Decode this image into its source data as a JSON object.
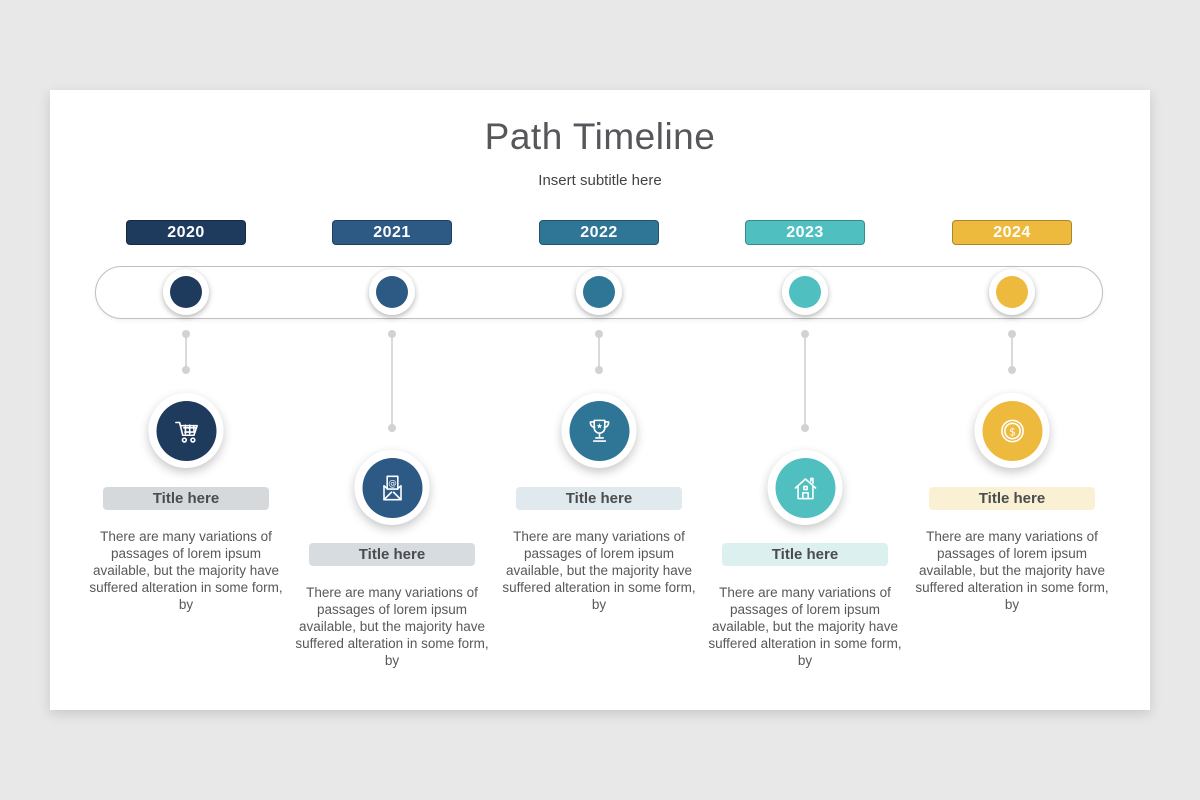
{
  "slide": {
    "title": "Path Timeline",
    "subtitle": "Insert subtitle here"
  },
  "items": [
    {
      "year": "2020",
      "color": "#1e3a5c",
      "label_bg": "#d5d9dc",
      "icon": "shopping-cart-icon",
      "title": "Title here",
      "body": "There are many variations of passages of lorem ipsum available, but the majority have suffered alteration in some form, by"
    },
    {
      "year": "2021",
      "color": "#2c5a84",
      "label_bg": "#d7dce0",
      "icon": "email-icon",
      "title": "Title here",
      "body": "There are many variations of passages of lorem ipsum available, but the majority have suffered alteration in some form, by"
    },
    {
      "year": "2022",
      "color": "#2e7596",
      "label_bg": "#dfe9ee",
      "icon": "trophy-icon",
      "title": "Title here",
      "body": "There are many variations of passages of lorem ipsum available, but the majority have suffered alteration in some form, by"
    },
    {
      "year": "2023",
      "color": "#4fbfc0",
      "label_bg": "#dcf0ef",
      "icon": "home-icon",
      "title": "Title here",
      "body": "There are many variations of passages of lorem ipsum available, but the majority have suffered alteration in some form, by"
    },
    {
      "year": "2024",
      "color": "#eeba3d",
      "label_bg": "#faf0d3",
      "icon": "dollar-coin-icon",
      "title": "Title here",
      "body": "There are many variations of passages of lorem ipsum available, but the majority have suffered alteration in some form, by"
    }
  ]
}
